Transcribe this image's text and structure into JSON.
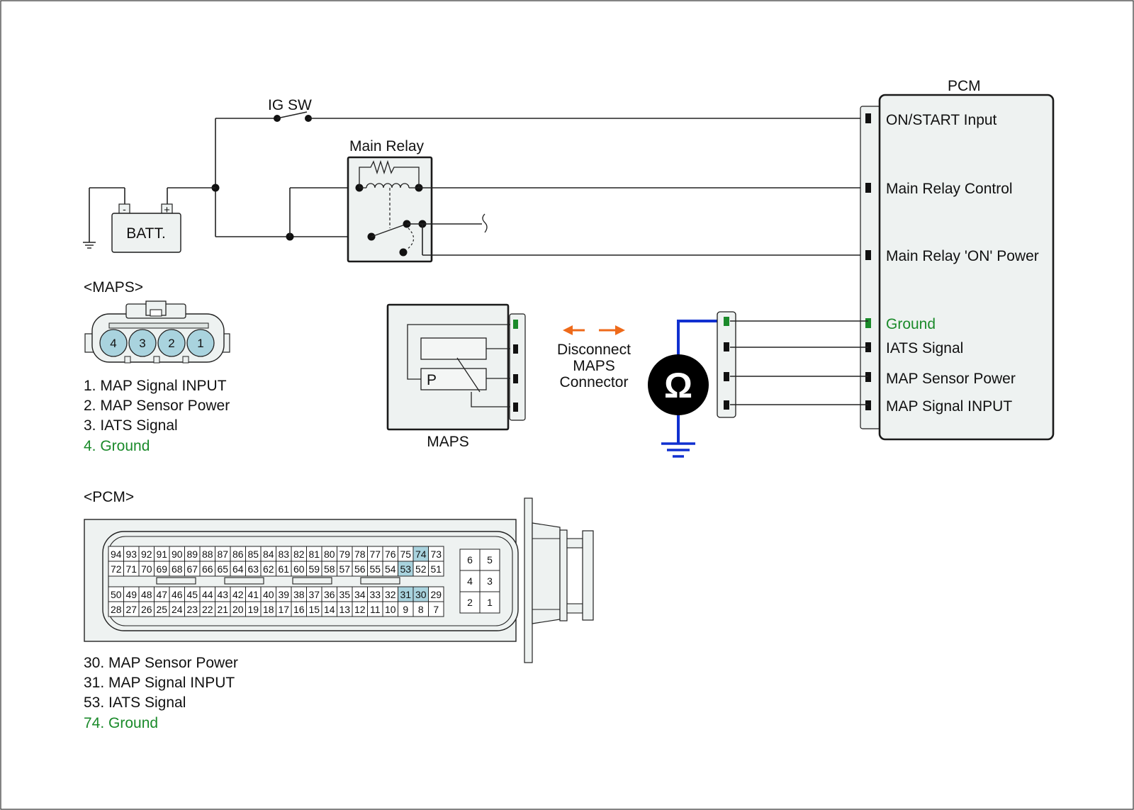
{
  "labels": {
    "ig_sw": "IG SW",
    "main_relay": "Main Relay",
    "batt": "BATT.",
    "batt_neg": "-",
    "batt_pos": "+",
    "pcm_title": "PCM",
    "maps_header": "<MAPS>",
    "pcm_header": "<PCM>",
    "maps_body": "MAPS",
    "maps_p": "P",
    "disconnect_line1": "Disconnect",
    "disconnect_line2": "MAPS",
    "disconnect_line3": "Connector",
    "ohm_symbol": "Ω"
  },
  "pcm_pins": [
    {
      "label": "ON/START Input",
      "color": "#111111"
    },
    {
      "label": "Main Relay Control",
      "color": "#111111"
    },
    {
      "label": "Main Relay 'ON' Power",
      "color": "#111111"
    },
    {
      "label": "Ground",
      "color": "#1a8a2a"
    },
    {
      "label": "IATS Signal",
      "color": "#111111"
    },
    {
      "label": "MAP Sensor Power",
      "color": "#111111"
    },
    {
      "label": "MAP Signal  INPUT",
      "color": "#111111"
    }
  ],
  "maps_connector_pins": [
    "4",
    "3",
    "2",
    "1"
  ],
  "maps_legend": [
    {
      "text": "1. MAP Signal  INPUT",
      "color": "#111111"
    },
    {
      "text": "2. MAP Sensor Power",
      "color": "#111111"
    },
    {
      "text": "3. IATS Signal",
      "color": "#111111"
    },
    {
      "text": "4. Ground",
      "color": "#1a8a2a"
    }
  ],
  "pcm_connector": {
    "rows": [
      [
        "94",
        "93",
        "92",
        "91",
        "90",
        "89",
        "88",
        "87",
        "86",
        "85",
        "84",
        "83",
        "82",
        "81",
        "80",
        "79",
        "78",
        "77",
        "76",
        "75",
        "74",
        "73"
      ],
      [
        "72",
        "71",
        "70",
        "69",
        "68",
        "67",
        "66",
        "65",
        "64",
        "63",
        "62",
        "61",
        "60",
        "59",
        "58",
        "57",
        "56",
        "55",
        "54",
        "53",
        "52",
        "51"
      ],
      [
        "50",
        "49",
        "48",
        "47",
        "46",
        "45",
        "44",
        "43",
        "42",
        "41",
        "40",
        "39",
        "38",
        "37",
        "36",
        "35",
        "34",
        "33",
        "32",
        "31",
        "30",
        "29"
      ],
      [
        "28",
        "27",
        "26",
        "25",
        "24",
        "23",
        "22",
        "21",
        "20",
        "19",
        "18",
        "17",
        "16",
        "15",
        "14",
        "13",
        "12",
        "11",
        "10",
        "9",
        "8",
        "7"
      ]
    ],
    "highlighted": [
      "74",
      "53",
      "31",
      "30"
    ],
    "highlight_color": "#a9d3de",
    "small_block": [
      [
        "6",
        "5"
      ],
      [
        "4",
        "3"
      ],
      [
        "2",
        "1"
      ]
    ]
  },
  "pcm_legend": [
    {
      "text": "30. MAP Sensor Power",
      "color": "#111111"
    },
    {
      "text": "31. MAP Signal  INPUT",
      "color": "#111111"
    },
    {
      "text": "53. IATS Signal",
      "color": "#111111"
    },
    {
      "text": "74. Ground",
      "color": "#1a8a2a"
    }
  ],
  "colors": {
    "ground_label": "#1a8a2a",
    "meter_wire": "#1030d0",
    "arrow": "#ee6a1a",
    "connector_fill": "#eef2f1",
    "pin_highlight": "#a9d3de"
  }
}
